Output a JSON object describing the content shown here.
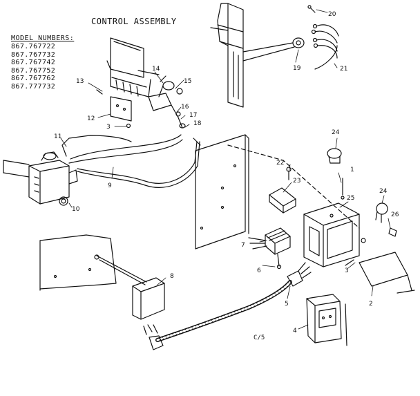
{
  "diagram": {
    "title": "CONTROL ASSEMBLY",
    "model_numbers_heading": "MODEL NUMBERS:",
    "model_numbers": [
      "867.767722",
      "867.767732",
      "867.767742",
      "867.767752",
      "867.767762",
      "867.777732"
    ],
    "figure_code": "C/5",
    "callouts": [
      "1",
      "2",
      "3",
      "3",
      "4",
      "5",
      "6",
      "7",
      "8",
      "9",
      "10",
      "11",
      "12",
      "13",
      "14",
      "15",
      "16",
      "17",
      "18",
      "19",
      "20",
      "21",
      "22",
      "23",
      "24",
      "24",
      "25",
      "26"
    ]
  }
}
